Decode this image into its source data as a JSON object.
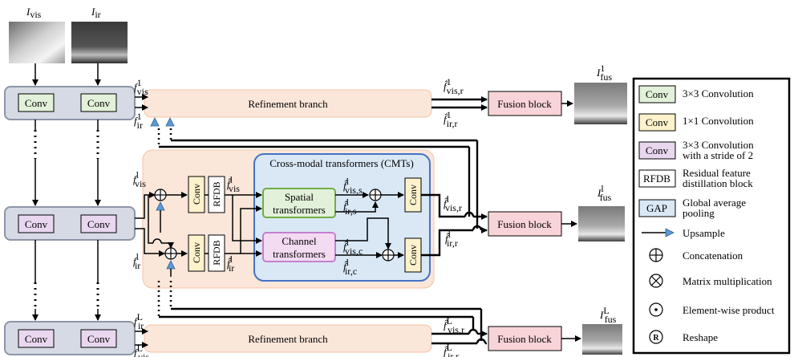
{
  "inputs": {
    "vis": "I",
    "vis_sub": "vis",
    "ir": "I",
    "ir_sub": "ir"
  },
  "encoder": {
    "conv": "Conv"
  },
  "refinement": {
    "label": "Refinement branch"
  },
  "fusion": {
    "label": "Fusion block"
  },
  "features": {
    "f_vis_1": "f",
    "f_vis_1_sup": "1",
    "f_vis_1_sub": "vis",
    "f_ir_1": "f",
    "f_ir_1_sup": "1",
    "f_ir_1_sub": "ir",
    "f_vis_l": "f",
    "f_vis_l_sup": "l",
    "f_vis_l_sub": "vis",
    "f_ir_l": "f",
    "f_ir_l_sup": "l",
    "f_ir_l_sub": "ir",
    "f_ir_L": "f",
    "f_ir_L_sup": "L",
    "f_ir_L_sub": "ir",
    "f_vis_L": "f",
    "f_vis_L_sup": "L",
    "f_vis_L_sub": "vis"
  },
  "refined": {
    "vis_r_1": "f̂",
    "vis_r_1_sup": "1",
    "vis_r_1_sub": "vis,r",
    "ir_r_1": "f̂",
    "ir_r_1_sup": "1",
    "ir_r_1_sub": "ir,r",
    "vis_r_l": "f̂",
    "vis_r_l_sup": "l",
    "vis_r_l_sub": "vis,r",
    "ir_r_l": "f̂",
    "ir_r_l_sup": "l",
    "ir_r_l_sub": "ir,r",
    "vis_r_L": "f̂",
    "vis_r_L_sup": "L",
    "vis_r_L_sub": "vis,r",
    "ir_r_L": "f̂",
    "ir_r_L_sup": "L",
    "ir_r_L_sub": "ir,r"
  },
  "cmt": {
    "title": "Cross-modal transformers (CMTs)",
    "spatial_1": "Spatial",
    "spatial_2": "transformers",
    "channel_1": "Channel",
    "channel_2": "transformers",
    "vis_hat": "f̂",
    "vis_hat_sup": "l",
    "vis_hat_sub": "vis",
    "ir_hat": "f̂",
    "ir_hat_sup": "l",
    "ir_hat_sub": "ir",
    "vis_s": "f̂",
    "vis_s_sup": "l",
    "vis_s_sub": "vis,s",
    "ir_s": "f̂",
    "ir_s_sup": "l",
    "ir_s_sub": "ir,s",
    "vis_c": "f̂",
    "vis_c_sup": "l",
    "vis_c_sub": "vis,c",
    "ir_c": "f̂",
    "ir_c_sup": "l",
    "ir_c_sub": "ir,c",
    "conv": "Conv",
    "rfdb": "RFDB"
  },
  "outputs": {
    "fus": "I",
    "fus_sub": "fus",
    "fus_1_sup": "1",
    "fus_l_sup": "l",
    "fus_L_sup": "L"
  },
  "legend": {
    "conv_label": "Conv",
    "rfdb_label": "RFDB",
    "gap_label": "GAP",
    "conv3": "3×3 Convolution",
    "conv1": "1×1 Convolution",
    "conv_s1": "3×3 Convolution",
    "conv_s2": "with a stride of 2",
    "rfdb1": "Residual feature",
    "rfdb2": "distillation block",
    "gap1": "Global average",
    "gap2": "pooling",
    "upsample": "Upsample",
    "concat": "Concatenation",
    "matmul": "Matrix multiplication",
    "elem": "Element-wise product",
    "reshape": "Reshape",
    "reshape_symbol": "R"
  },
  "colors": {
    "green_fill": "#e2f1d9",
    "green_stroke": "#70ad47",
    "yellow_fill": "#fdf2cc",
    "purple_fill": "#e8d7ef",
    "pink_fill": "#f8d4d8",
    "peach_fill": "#fbe6da",
    "peach_stroke": "#f4c3a6",
    "blue_fill": "#dae8f6",
    "blue_stroke": "#4472c4",
    "grey_fill": "#d6dae4",
    "grey_stroke": "#8c95a7",
    "upsample_fill": "#5b9bd5"
  }
}
